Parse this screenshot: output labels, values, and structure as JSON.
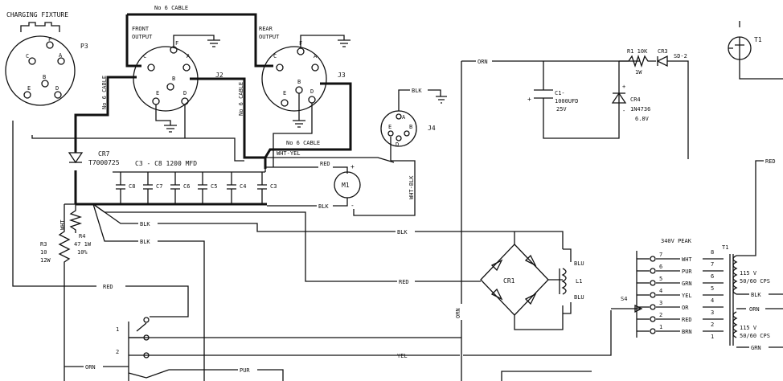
{
  "labels": {
    "charging_fixture": "CHARGING FIXTURE",
    "p3": "P3",
    "p3_c": "C",
    "p3_f": "F",
    "p3_a": "A",
    "p3_b": "B",
    "p3_e": "E",
    "p3_d": "D",
    "no6_cable_top": "No 6 CABLE",
    "no6_cable_left": "No 6 CABLE",
    "no6_cable_mid": "No 6 CABLE",
    "no6_cable_lower": "No 6 CABLE",
    "front_output_1": "FRONT",
    "front_output_2": "OUTPUT",
    "rear_output_1": "REAR",
    "rear_output_2": "OUTPUT",
    "j2": "J2",
    "j3": "J3",
    "j2_c": "C",
    "j2_f": "F",
    "j2_a": "A",
    "j2_b": "B",
    "j2_e": "E",
    "j2_d": "D",
    "j3_c": "C",
    "j3_f": "F",
    "j3_a": "A",
    "j3_b": "B",
    "j3_e": "E",
    "j3_d": "D",
    "cr7": "CR7",
    "cr7_part": "T7000725",
    "cap_bank": "C3 - C8  1200 MFD",
    "c8": "C8",
    "c7": "C7",
    "c6": "C6",
    "c5": "C5",
    "c4": "C4",
    "c3": "C3",
    "wht_yel": "WHT-YEL",
    "red_m1": "RED",
    "m1": "M1",
    "blk_m1": "BLK",
    "wht_blk": "WHT-BLK",
    "j4_blk": "BLK",
    "j4": "J4",
    "j4_a": "A",
    "j4_e": "E",
    "j4_b": "B",
    "j4_d": "D",
    "wht": "WHT",
    "r4": "R4",
    "r4_val1": "47 1W",
    "r4_val2": "10%",
    "r3": "R3",
    "r3_val1": "10",
    "r3_val2": "12W",
    "blk_1": "BLK",
    "blk_2": "BLK",
    "blk_3": "BLK",
    "red_left": "RED",
    "red_cr1": "RED",
    "orn_top": "ORN",
    "orn_vert": "ORN",
    "orn_bottom": "ORN",
    "yel": "YEL",
    "pur": "PUR",
    "c1": "C1-",
    "c1_val1": "1000UFD",
    "c1_val2": "25V",
    "r1": "R1  10K",
    "r1_w": "1W",
    "cr3": "CR3",
    "sd2": "SD-2",
    "cr4": "CR4",
    "cr4_part": "1N4736",
    "cr4_v": "6.8V",
    "t1_tube": "T1",
    "cr1": "CR1",
    "l1": "L1",
    "blu_top": "BLU",
    "blu_bottom": "BLU",
    "s4": "S4",
    "peak": "340V  PEAK",
    "t1": "T1",
    "red_right_top": "RED",
    "sw_pos": [
      "7",
      "6",
      "5",
      "4",
      "3",
      "2",
      "1"
    ],
    "tap_wires": [
      "WHT",
      "PUR",
      "GRN",
      "YEL",
      "OR",
      "RED",
      "BRN"
    ],
    "tap_nums": [
      "8",
      "7",
      "6",
      "5",
      "4",
      "3",
      "2",
      "1"
    ],
    "v115_1": "115 V",
    "cps_1": "50/60 CPS",
    "v115_2": "115 V",
    "cps_2": "50/60 CPS",
    "blk_right": "BLK",
    "orn_right": "ORN",
    "grn_right": "GRN",
    "plus_c1": "+",
    "plus_cr4": "+",
    "minus_cr4": "-",
    "plus_m1": "+",
    "minus_m1": "-",
    "sw_1": "1",
    "sw_2": "2"
  }
}
